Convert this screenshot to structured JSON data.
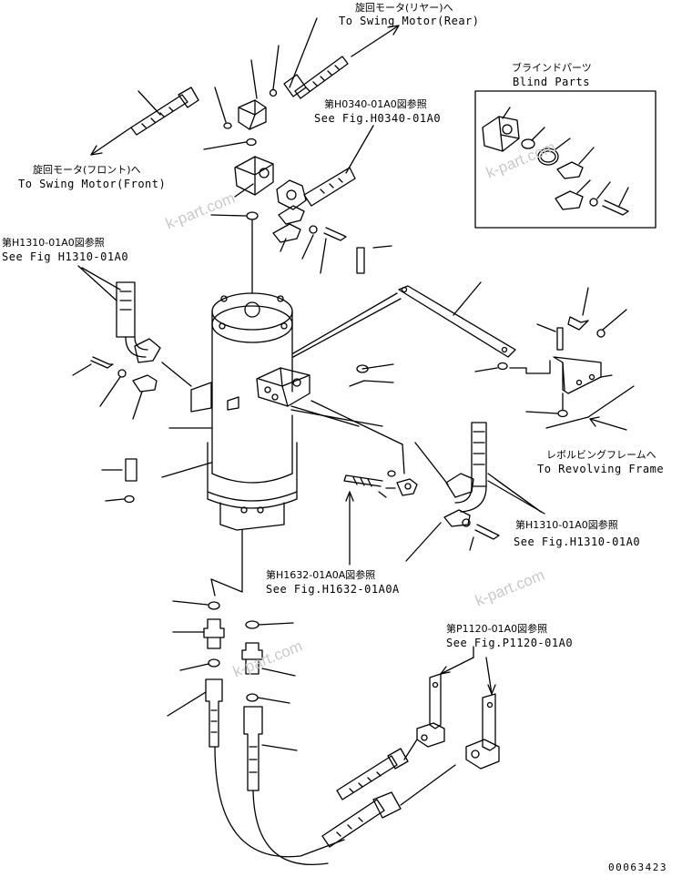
{
  "labels": {
    "swing_rear_jp": "旋回モータ(リヤー)へ",
    "swing_rear_en": "To Swing Motor(Rear)",
    "swing_front_jp": "旋回モータ(フロント)へ",
    "swing_front_en": "To Swing Motor(Front)",
    "h0340_jp": "第H0340-01A0図参照",
    "h0340_en": "See Fig.H0340-01A0",
    "blind_jp": "ブラインドパーツ",
    "blind_en": "Blind Parts",
    "h1310_left_jp": "第H1310-01A0図参照",
    "h1310_left_en": "See Fig H1310-01A0",
    "revolving_jp": "レボルビングフレームへ",
    "revolving_en": "To Revolving Frame",
    "h1310_right_jp": "第H1310-01A0図参照",
    "h1310_right_en": "See Fig.H1310-01A0",
    "h1632_jp": "第H1632-01A0A図参照",
    "h1632_en": "See Fig.H1632-01A0A",
    "p1120_jp": "第P1120-01A0図参照",
    "p1120_en": "See Fig.P1120-01A0",
    "drawing_number": "00063423"
  },
  "watermarks": {
    "text": "k-part.com"
  },
  "colors": {
    "line": "#000000",
    "watermark": "#c9c9c9",
    "background": "#ffffff"
  }
}
